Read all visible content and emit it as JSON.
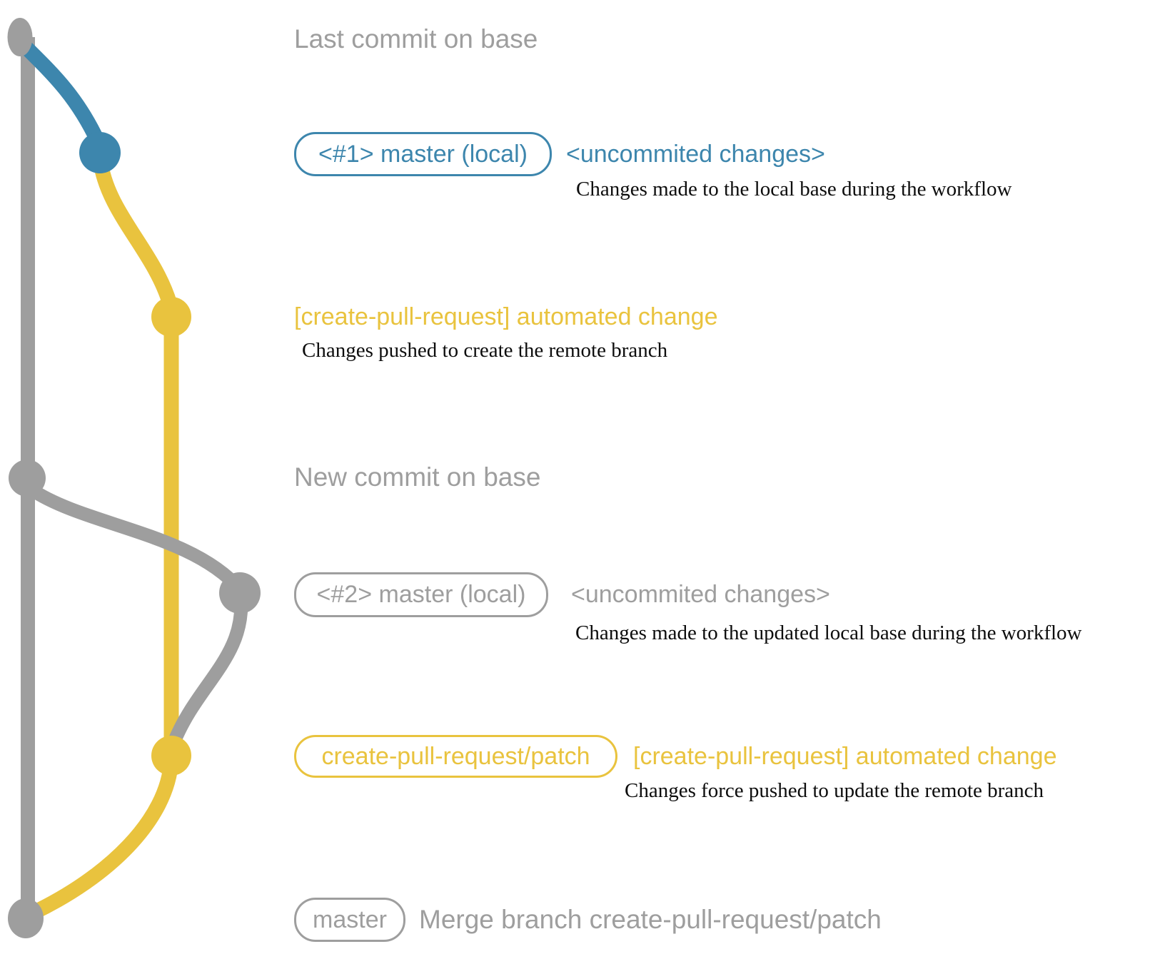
{
  "title": "create-pull-request workflow git graph",
  "colors": {
    "gray": "#9e9e9e",
    "blue": "#3d86ad",
    "yellow": "#e9c33e",
    "ink": "#0d0d0d",
    "bg": "#ffffff"
  },
  "icons": {
    "commit_dot": "circle",
    "branch_line": "curved-path"
  },
  "rows": {
    "row1": {
      "label": "Last commit on base"
    },
    "row2": {
      "badge": "<#1> master (local)",
      "status": "<uncommited changes>",
      "note": "Changes made to the local base during the workflow"
    },
    "row3": {
      "message": "[create-pull-request] automated change",
      "note": "Changes pushed to create the remote branch"
    },
    "row4": {
      "label": "New commit on base"
    },
    "row5": {
      "badge": "<#2> master (local)",
      "status": "<uncommited changes>",
      "note": "Changes made to the updated local base during the workflow"
    },
    "row6": {
      "badge": "create-pull-request/patch",
      "message": "[create-pull-request] automated change",
      "note": "Changes force pushed to update the remote branch"
    },
    "row7": {
      "badge": "master",
      "message": "Merge branch create-pull-request/patch"
    }
  }
}
